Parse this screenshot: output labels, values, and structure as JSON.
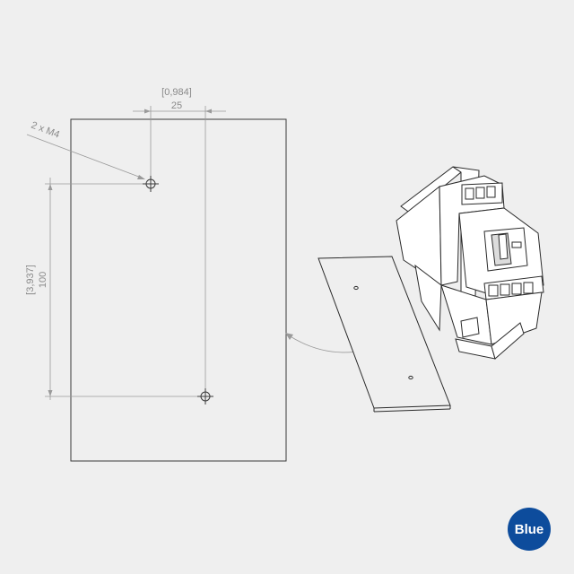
{
  "colors": {
    "background": "#efefef",
    "brand": "#0d4c9c",
    "line": "#3a3a3a",
    "dimension": "#9a9a9a"
  },
  "dimensions": {
    "horizontal_inch": "[0,984]",
    "horizontal_mm": "25",
    "vertical_inch": "[3,937]",
    "vertical_mm": "100",
    "hole_callout": "2 x M4"
  },
  "brand": {
    "label": "Blue"
  }
}
